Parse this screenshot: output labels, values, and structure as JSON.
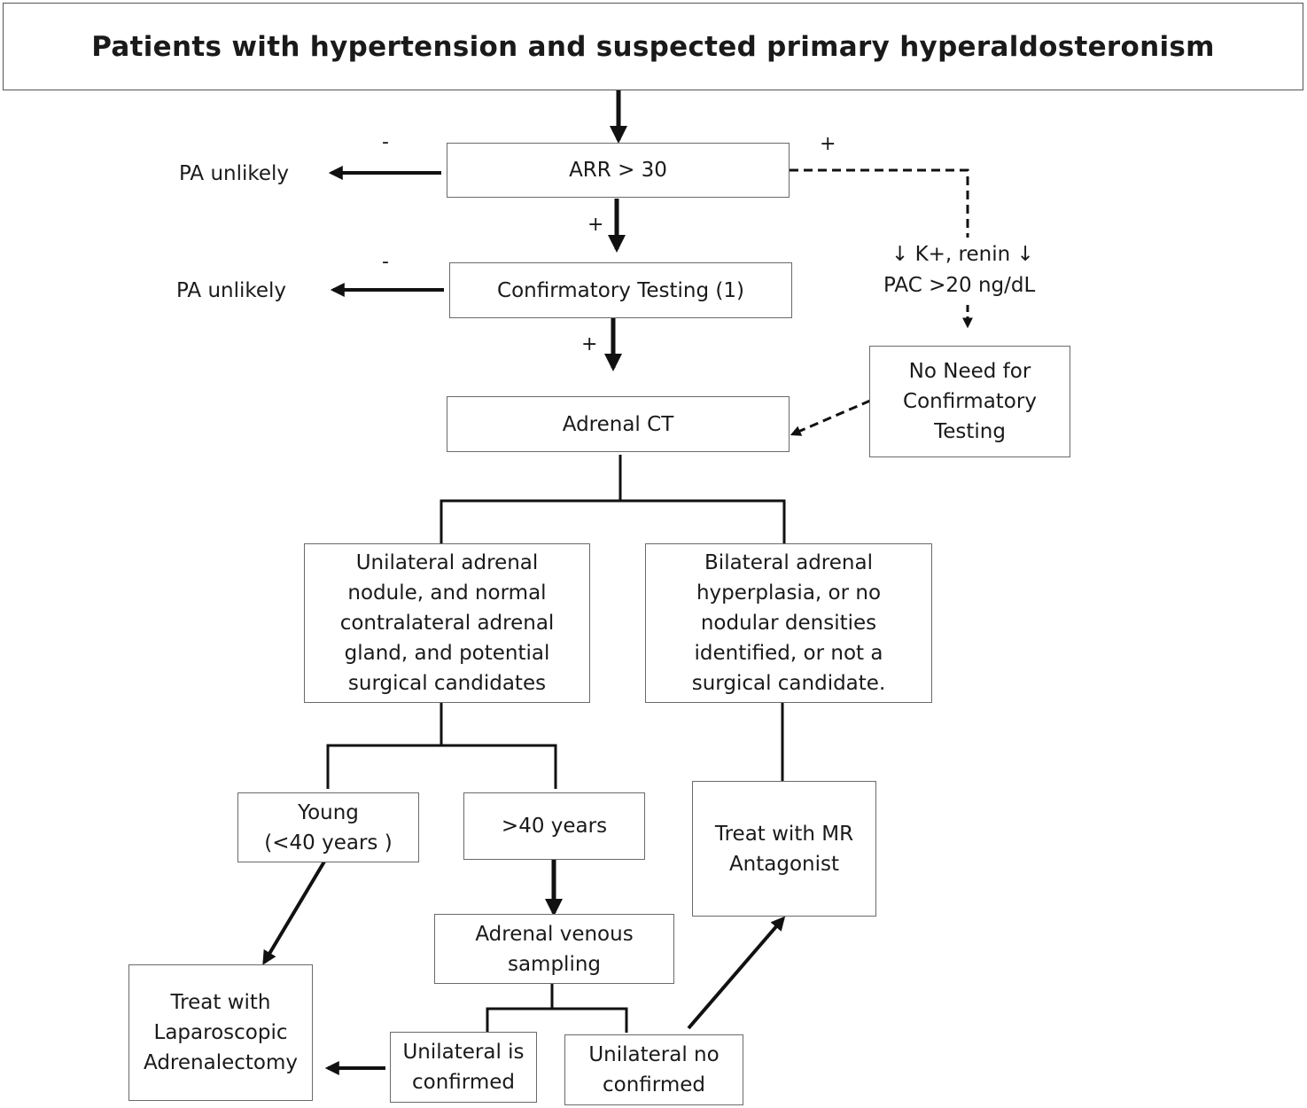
{
  "title": "Patients with hypertension and suspected primary hyperaldosteronism",
  "nodes": {
    "arr": "ARR > 30",
    "confirm": "Confirmatory Testing (1)",
    "ct": "Adrenal CT",
    "no_need": "No Need for\nConfirmatory\nTesting",
    "unilateral": "Unilateral adrenal\nnodule, and normal\ncontralateral adrenal\ngland, and potential\nsurgical candidates",
    "bilateral": "Bilateral adrenal\nhyperplasia, or no\nnodular densities\nidentified, or not a\nsurgical candidate.",
    "young": "Young\n(<40 years )",
    "over40": ">40 years",
    "avs": "Adrenal venous\nsampling",
    "mr": "Treat with MR\nAntagonist",
    "lap": "Treat with\nLaparoscopic\nAdrenalectomy",
    "uni_confirmed": "Unilateral is\nconfirmed",
    "uni_not": "Unilateral no\nconfirmed"
  },
  "side_labels": {
    "pa_unlikely_1": "PA unlikely",
    "pa_unlikely_2": "PA unlikely",
    "k_renin_line1": "↓ K+, renin  ↓",
    "k_renin_line2": "PAC >20 ng/dL"
  },
  "signs": {
    "minus": "-",
    "plus": "+"
  }
}
